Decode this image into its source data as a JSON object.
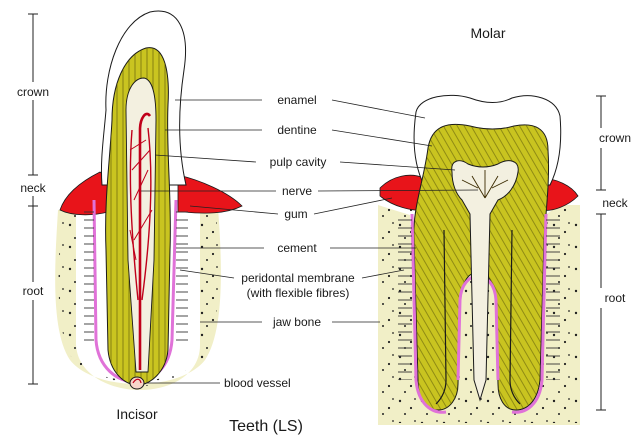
{
  "title": "Teeth (LS)",
  "incisor": {
    "name": "Incisor",
    "regions": [
      "crown",
      "neck",
      "root"
    ]
  },
  "molar": {
    "name": "Molar",
    "regions": [
      "crown",
      "neck",
      "root"
    ]
  },
  "labels": {
    "enamel": "enamel",
    "dentine": "dentine",
    "pulp_cavity": "pulp cavity",
    "nerve": "nerve",
    "gum": "gum",
    "cement": "cement",
    "peridontal_1": "peridontal membrane",
    "peridontal_2": "(with flexible fibres)",
    "jaw_bone": "jaw bone",
    "blood_vessel": "blood vessel"
  },
  "colors": {
    "enamel": "#ffffff",
    "dentine": "#c9c420",
    "pulp": "#f3f0e0",
    "gum": "#e8141a",
    "bone": "#f1efc7",
    "membrane": "#e072d8",
    "nerve": "#c0001a",
    "outline": "#1a1a1a"
  }
}
